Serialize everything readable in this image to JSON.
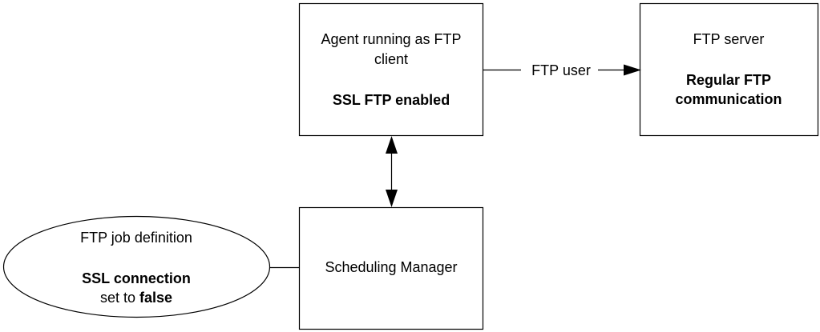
{
  "diagram": {
    "agent_box": {
      "line1": "Agent running as FTP",
      "line2": "client",
      "line3": "SSL FTP enabled"
    },
    "server_box": {
      "line1": "FTP server",
      "line2": "Regular FTP",
      "line3": "communication"
    },
    "manager_box": {
      "line1": "Scheduling Manager"
    },
    "job_ellipse": {
      "line1": "FTP job definition",
      "line2": "SSL connection",
      "line3_prefix": "set to ",
      "line3_value": "false"
    },
    "edge_agent_server": {
      "label": "FTP user"
    }
  }
}
